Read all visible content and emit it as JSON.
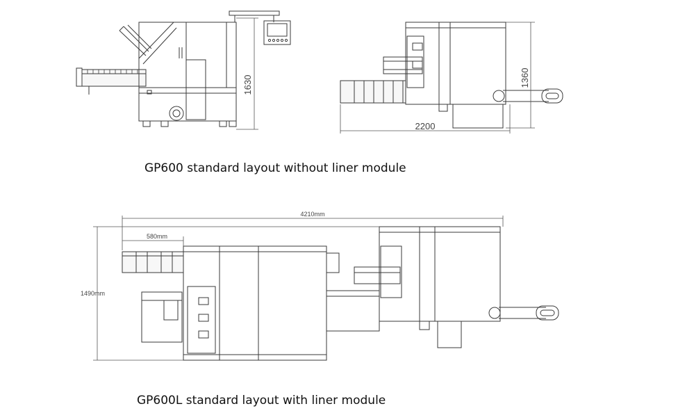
{
  "captions": {
    "top": "GP600 standard layout without liner module",
    "bottom": "GP600L standard layout with liner module"
  },
  "dimensions": {
    "side_height": "1630",
    "top_height": "1360",
    "top_width": "2200",
    "overall_length": "4210mm",
    "feeder_length": "580mm",
    "overall_width": "1490mm"
  },
  "colors": {
    "line": "#3a3a3a",
    "dim": "#555555",
    "fill": "#f4f4f4"
  }
}
